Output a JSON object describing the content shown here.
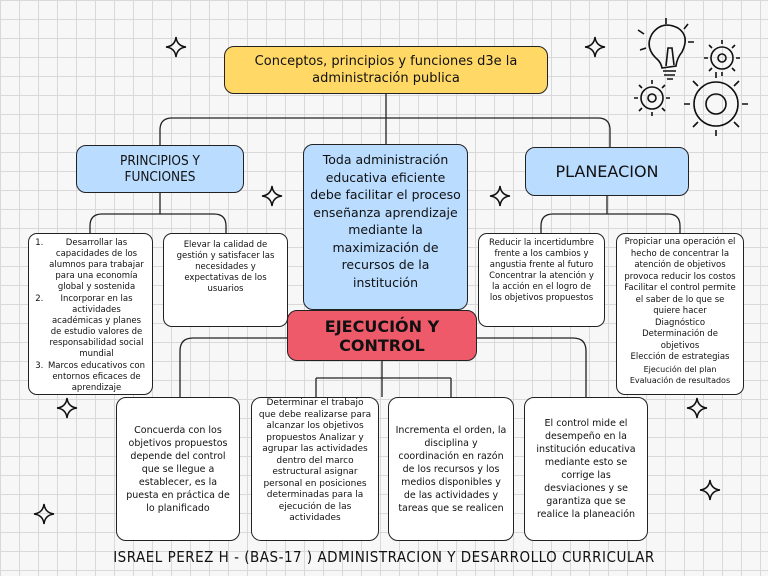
{
  "title": "Conceptos, principios y funciones d3e la administración publica",
  "principios": {
    "heading": "PRINCIPIOS Y FUNCIONES",
    "list": [
      "Desarrollar las capacidades de los alumnos para trabajar para una economía global y sostenida",
      "Incorporar en las actividades académicas y planes de estudio valores de responsabilidad social mundial",
      "Marcos educativos con entornos eficaces de aprendizaje"
    ],
    "text": "Elevar la calidad de gestión y satisfacer las necesidades y expectativas de los usuarios"
  },
  "center": "Toda administración educativa eficiente debe facilitar el proceso enseñanza aprendizaje mediante la maximización de recursos de la institución",
  "planeacion": {
    "heading": "PLANEACION",
    "box1": "Reducir la incertidumbre frente a los cambios y angustia frente al futuro Concentrar la atención y la acción en el logro de los objetivos propuestos",
    "box2_lines": [
      "Propiciar una operación el hecho de concentrar la atención de objetivos provoca reducir los costos",
      "Facilitar el control permite el saber de lo que se quiere hacer",
      "Diagnóstico",
      "Determinación de objetivos",
      "Elección de estrategias",
      "Ejecución del plan",
      "Evaluación de resultados"
    ]
  },
  "ejecucion": {
    "heading": "EJECUCIÓN Y CONTROL",
    "b1": "Concuerda con los objetivos propuestos depende del control que se llegue a establecer, es la puesta en práctica de lo planificado",
    "b2": "Determinar el trabajo que debe realizarse para alcanzar los objetivos propuestos Analizar y agrupar las actividades dentro del marco estructural asignar personal en posiciones determinadas para la ejecución de las actividades",
    "b3": "Incrementa el orden, la disciplina y coordinación en razón de los recursos y los medios disponibles y de las actividades y tareas que se realicen",
    "b4": "El control mide el desempeño en la institución educativa mediante esto se corrige las desviaciones y se garantiza que se realice la planeación"
  },
  "footer": "ISRAEL PEREZ H - (BAS-17 ) ADMINISTRACION Y DESARROLLO CURRICULAR",
  "colors": {
    "title_bg": "#ffd866",
    "blue_bg": "#b9dcff",
    "red_bg": "#ee5a6a"
  },
  "icons": [
    "sparkle-star-icon",
    "gears-lightbulb-icon"
  ]
}
